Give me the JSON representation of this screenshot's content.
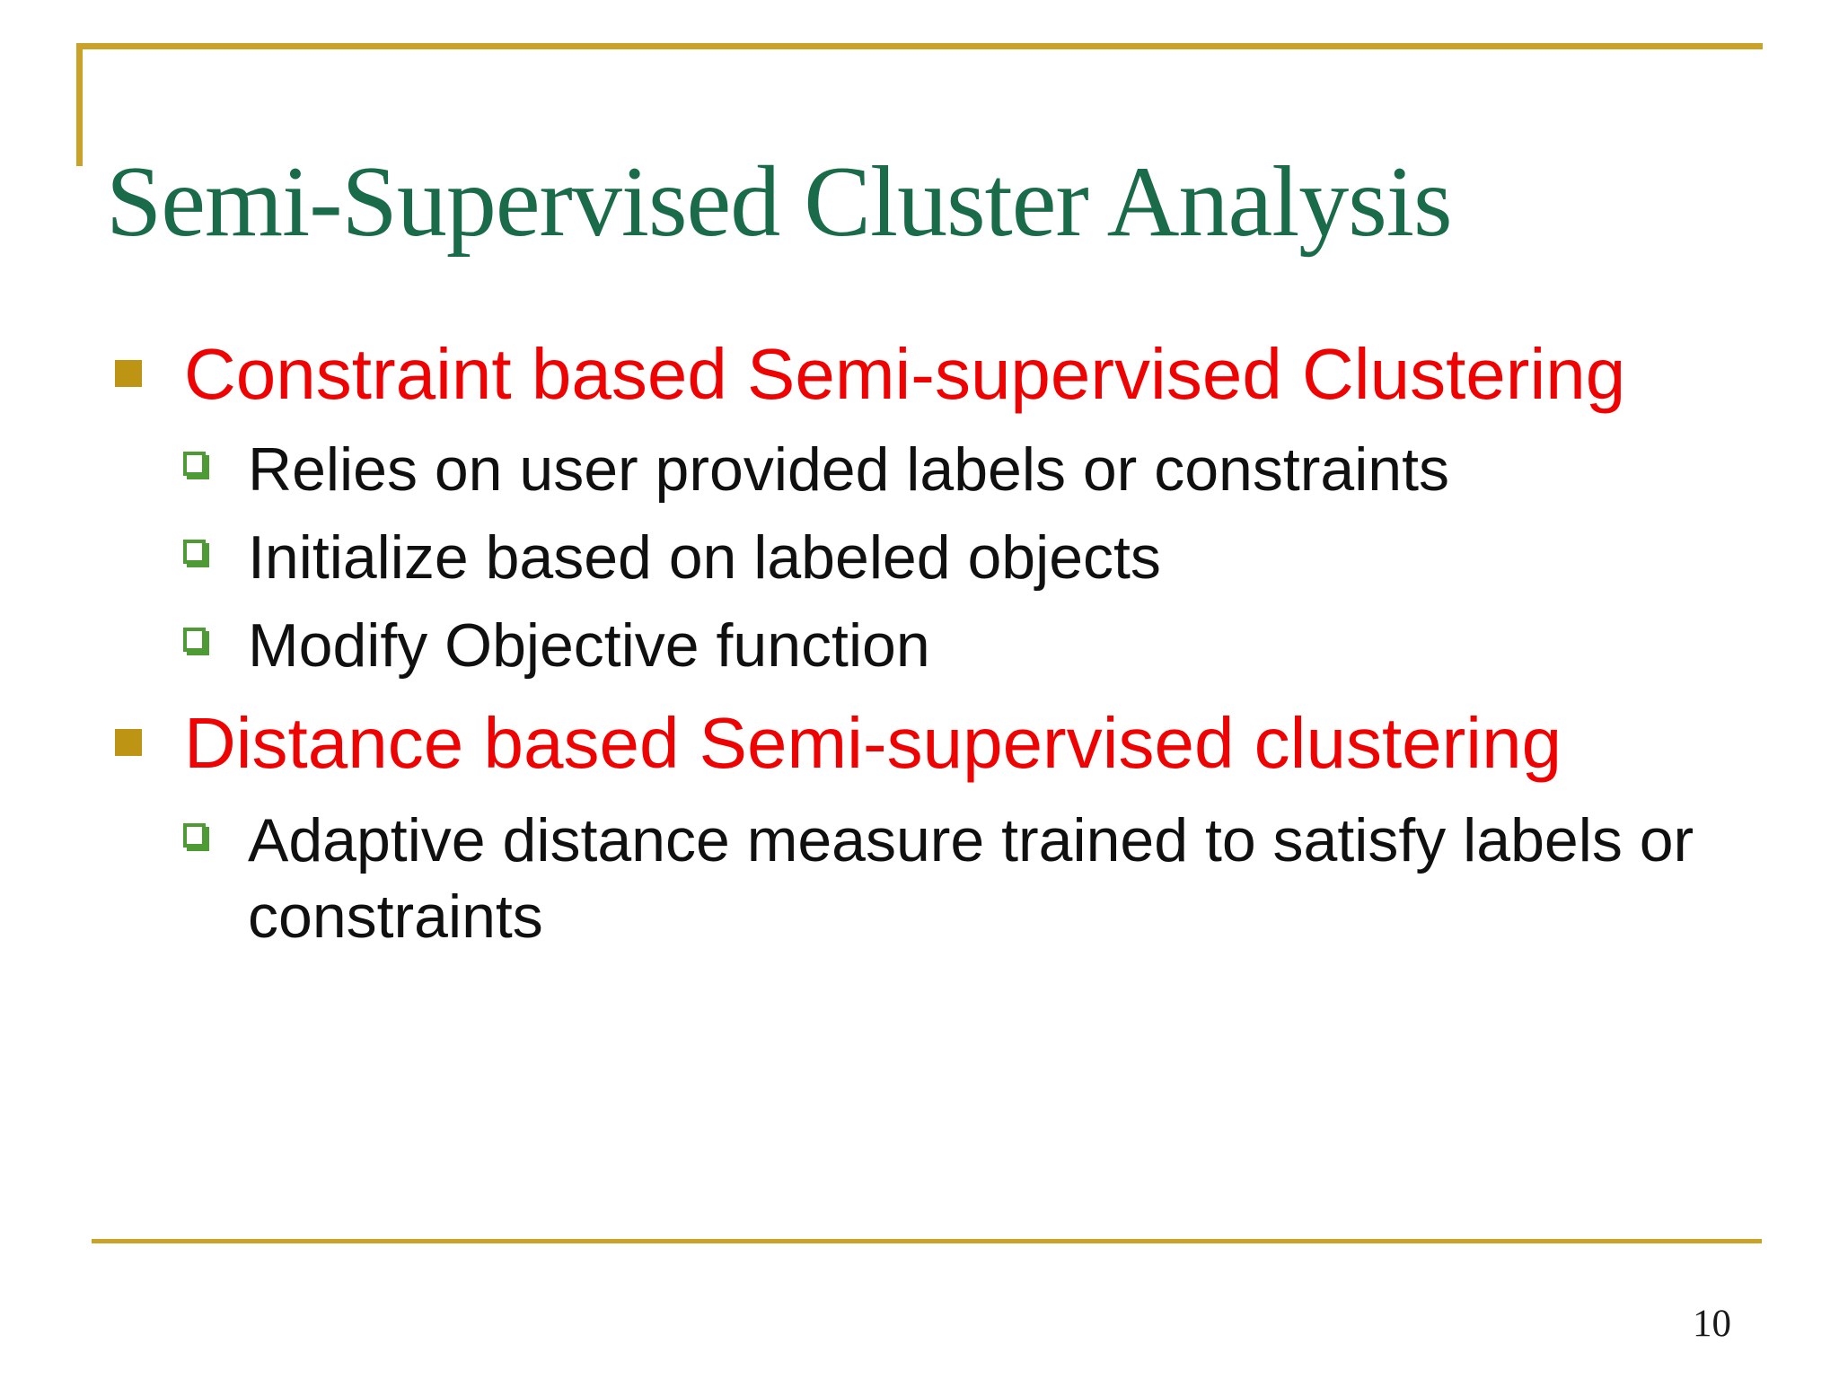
{
  "slide": {
    "title": "Semi-Supervised Cluster Analysis",
    "page_number": "10",
    "colors": {
      "accent_gold": "#C9A227",
      "bullet_gold": "#BE9414",
      "title_green": "#1A6B4A",
      "heading_red": "#EE0202",
      "sub_bullet_green": "#4E9B35",
      "body_text": "#101010"
    },
    "bullets": [
      {
        "level": 1,
        "text": "Constraint based Semi-supervised Clustering"
      },
      {
        "level": 2,
        "text": "Relies on user provided labels or constraints"
      },
      {
        "level": 2,
        "text": "Initialize based on labeled objects"
      },
      {
        "level": 2,
        "text": "Modify Objective function"
      },
      {
        "level": 1,
        "text": "Distance based Semi-supervised clustering"
      },
      {
        "level": 2,
        "text": "Adaptive distance measure trained to satisfy labels or constraints"
      }
    ]
  }
}
